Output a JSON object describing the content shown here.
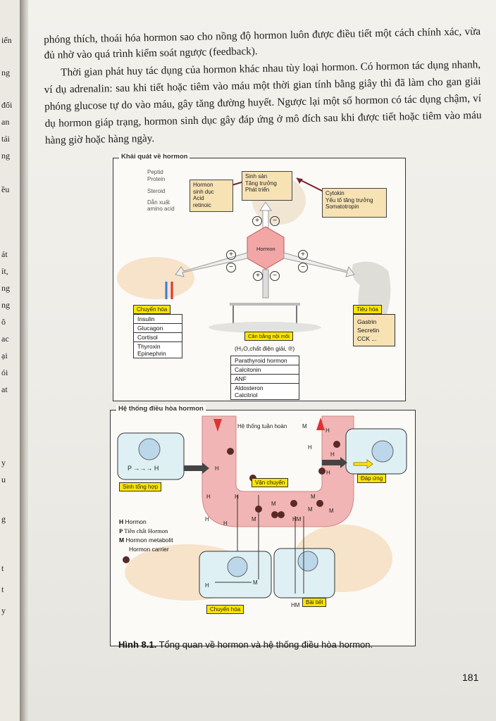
{
  "left_margin_fragments": [
    "iển",
    "ng",
    "đối",
    "an",
    "tái",
    "ng",
    "ều",
    "át",
    "ít,",
    "ng",
    "ng",
    "ô",
    "ac",
    "ại",
    "ói",
    "at",
    "y",
    "u",
    "g",
    "t",
    "t",
    "y"
  ],
  "paragraphs": [
    "phóng thích, thoái hóa hormon sao cho nồng độ hormon luôn được điều tiết một cách chính xác, vừa đủ nhờ vào quá trình kiểm soát ngược (feedback).",
    "Thời gian phát huy tác dụng của hormon khác nhau tùy loại hormon. Có hormon tác dụng nhanh, ví dụ adrenalin: sau khi tiết hoặc tiêm vào máu một thời gian tính bằng giây thì đã làm cho gan giải phóng glucose tự do vào máu, gây tăng đường huyết. Ngược lại một số hormon có tác dụng chậm, ví dụ hormon giáp trạng, hormon sinh dục gây đáp ứng ở mô đích sau khi được tiết hoặc tiêm vào máu hàng giờ hoặc hàng ngày."
  ],
  "figure_top": {
    "title": "Khái quát về hormon",
    "classes_labels": [
      "Peptid",
      "Protein",
      "Steroid",
      "Dẫn xuất",
      "amino acid"
    ],
    "classes_detail": [
      "Hormon",
      "sinh dục",
      "Acid",
      "retinoic"
    ],
    "effects": [
      "Sinh sản",
      "Tăng trưởng",
      "Phát triển"
    ],
    "cytokines": [
      "Cytokin",
      "Yếu tố tăng trưởng",
      "Somatotropin"
    ],
    "center": "Hormon",
    "plus": "+",
    "minus": "−",
    "metabolism_title": "Chuyển hóa",
    "metabolism_items": [
      "Insulin",
      "Glucagon",
      "Cortisol",
      "Thyroxin\nEpinephrin"
    ],
    "digestion_title": "Tiêu hóa",
    "digestion_items": [
      "Gastrin",
      "Secretin",
      "CCK ..."
    ],
    "balance_title": "Cân bằng nội môi",
    "water_note": "(H₂O,chất điện giải, ℗)",
    "balance_items": [
      "Parathyroid hormon",
      "Calcitonin",
      "ANF",
      "Aldosteron\nCalcitriol"
    ]
  },
  "figure_bottom": {
    "title": "Hệ thống điều hòa hormon",
    "circulation": "Hệ thống tuần hoàn",
    "synthesis": "Sinh tổng hợp",
    "transport": "Vận chuyển",
    "response": "Đáp ứng",
    "metabolism": "Chuyển hóa",
    "excretion": "Bài tiết",
    "legend": [
      {
        "sym": "H",
        "text": "Hormon"
      },
      {
        "sym": "P",
        "text": "Tiền chất Hormon"
      },
      {
        "sym": "M",
        "text": "Hormon  metabolit"
      },
      {
        "sym": "",
        "text": "Hormon  carrier"
      }
    ],
    "H": "H",
    "M": "M",
    "P": "P",
    "HM": "HM"
  },
  "caption_label": "Hình 8.1.",
  "caption_text": " Tổng quan về hormon và hệ thống điều hòa hormon.",
  "page_number": "181",
  "colors": {
    "pink": "#f2b5b5",
    "yellow": "#ffe600",
    "tan": "#f7e2b4",
    "red": "#c8102e",
    "arrow": "#7a1f2b"
  }
}
